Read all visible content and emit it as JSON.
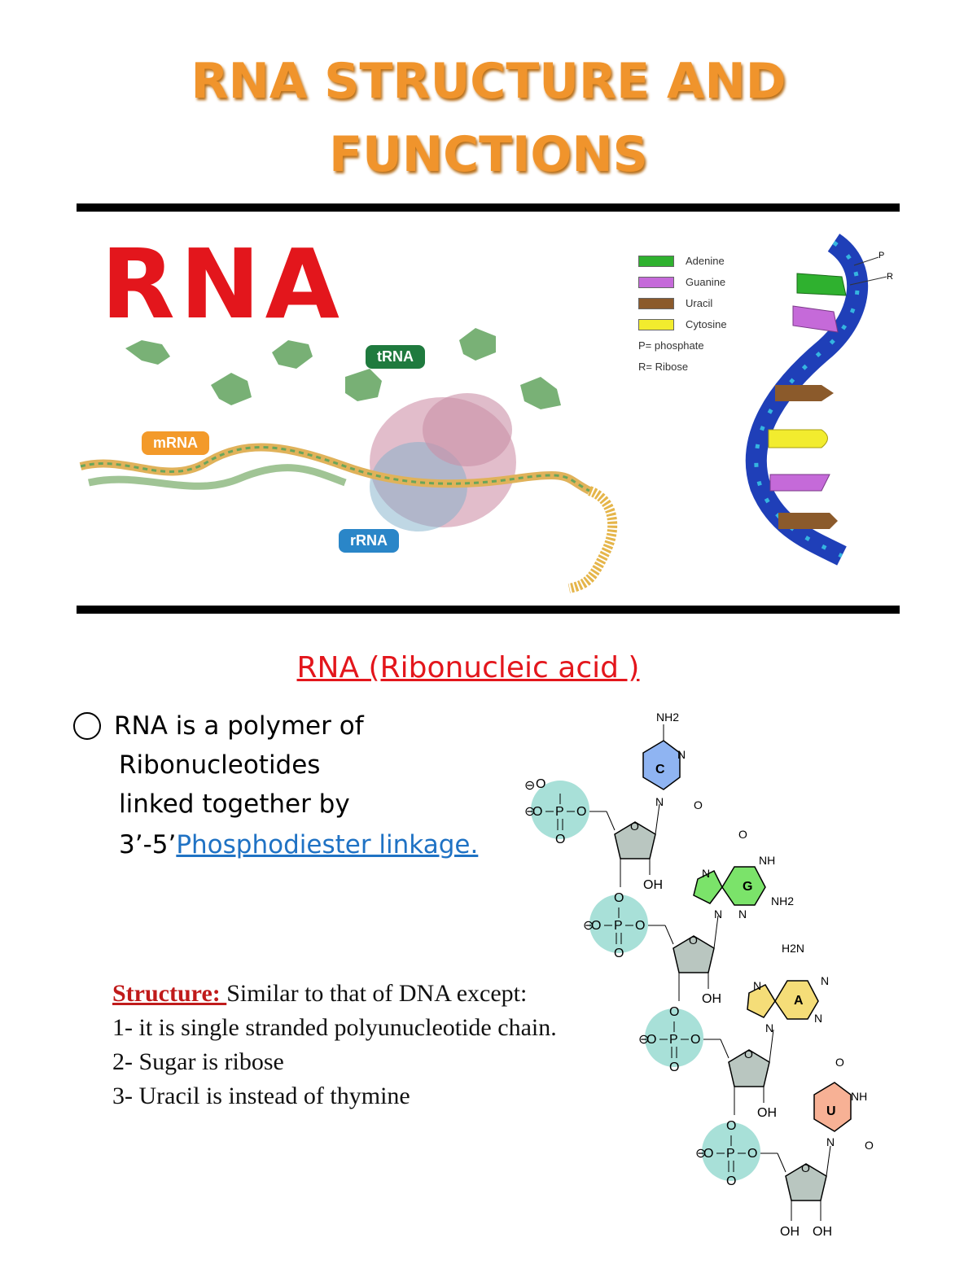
{
  "title": {
    "line1": "RNA STRUCTURE AND",
    "line2": "FUNCTIONS"
  },
  "hero": {
    "big_label": "RNA",
    "pill_trna": "tRNA",
    "pill_mrna": "mRNA",
    "pill_rrna": "rRNA",
    "legend": [
      {
        "label": "Adenine",
        "color": "#2fb12f"
      },
      {
        "label": "Guanine",
        "color": "#c56ad9"
      },
      {
        "label": "Uracil",
        "color": "#8b5a2b"
      },
      {
        "label": "Cytosine",
        "color": "#f2ec2e"
      }
    ],
    "legend_notes": [
      "P= phosphate",
      "R= Ribose"
    ],
    "helix_labels": {
      "p": "P",
      "r": "R"
    }
  },
  "section": {
    "heading": "RNA (Ribonucleic acid )",
    "definition": {
      "line1": "RNA is a polymer of",
      "line2": "Ribonucleotides",
      "line3": "linked together by",
      "line4_prefix": "3’-5’",
      "line4_link": "Phosphodiester  linkage."
    },
    "structure": {
      "label": "Structure: ",
      "intro": "Similar to that of DNA except:",
      "points": [
        "1- it is single stranded polyunucleotide chain.",
        "2- Sugar is ribose",
        "3- Uracil is instead of thymine"
      ]
    }
  },
  "chem": {
    "bases": [
      {
        "letter": "C",
        "color": "#8fb4f2"
      },
      {
        "letter": "G",
        "color": "#7be36a"
      },
      {
        "letter": "A",
        "color": "#f5dd78"
      },
      {
        "letter": "U",
        "color": "#f7b195"
      }
    ],
    "atoms": {
      "nh2": "NH2",
      "h2n": "H2N",
      "n": "N",
      "o": "O",
      "nh": "NH",
      "oh": "OH",
      "p": "P",
      "minus": "⊖"
    }
  }
}
